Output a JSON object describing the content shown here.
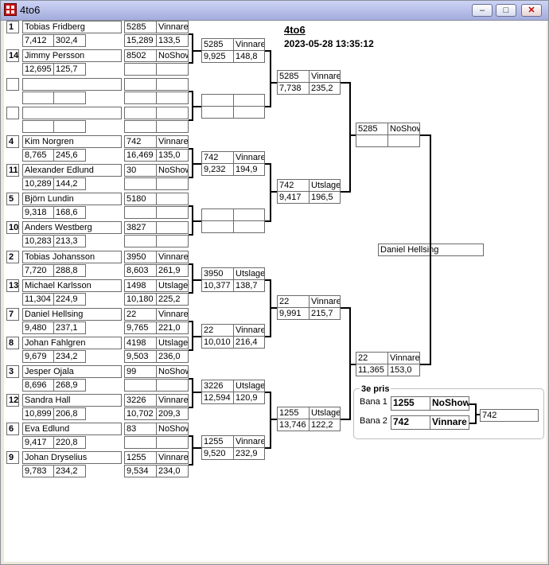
{
  "window": {
    "title": "4to6",
    "minimize": "–",
    "maximize": "□",
    "close": "✕"
  },
  "header": {
    "title": "4to6",
    "datetime": "2023-05-28 13:35:12"
  },
  "players": [
    {
      "seed": "1",
      "name": "Tobias Fridberg",
      "v1": "7,412",
      "v2": "302,4",
      "c1": "5285",
      "r1": "Vinnare",
      "c2": "15,289",
      "r2": "133,5"
    },
    {
      "seed": "14",
      "name": "Jimmy Persson",
      "v1": "12,695",
      "v2": "125,7",
      "c1": "8502",
      "r1": "NoShow",
      "c2": "",
      "r2": ""
    },
    {
      "seed": "",
      "name": "",
      "v1": "",
      "v2": "",
      "c1": "",
      "r1": "",
      "c2": "",
      "r2": ""
    },
    {
      "seed": "",
      "name": "",
      "v1": "",
      "v2": "",
      "c1": "",
      "r1": "",
      "c2": "",
      "r2": ""
    },
    {
      "seed": "4",
      "name": "Kim Norgren",
      "v1": "8,765",
      "v2": "245,6",
      "c1": "742",
      "r1": "Vinnare",
      "c2": "16,469",
      "r2": "135,0"
    },
    {
      "seed": "11",
      "name": "Alexander Edlund",
      "v1": "10,289",
      "v2": "144,2",
      "c1": "30",
      "r1": "NoShow",
      "c2": "",
      "r2": ""
    },
    {
      "seed": "5",
      "name": "Björn Lundin",
      "v1": "9,318",
      "v2": "168,6",
      "c1": "5180",
      "r1": "",
      "c2": "",
      "r2": ""
    },
    {
      "seed": "10",
      "name": "Anders Westberg",
      "v1": "10,283",
      "v2": "213,3",
      "c1": "3827",
      "r1": "",
      "c2": "",
      "r2": ""
    },
    {
      "seed": "2",
      "name": "Tobias Johansson",
      "v1": "7,720",
      "v2": "288,8",
      "c1": "3950",
      "r1": "Vinnare",
      "c2": "8,603",
      "r2": "261,9"
    },
    {
      "seed": "13",
      "name": "Michael Karlsson",
      "v1": "11,304",
      "v2": "224,9",
      "c1": "1498",
      "r1": "Utslagen",
      "c2": "10,180",
      "r2": "225,2"
    },
    {
      "seed": "7",
      "name": "Daniel Hellsing",
      "v1": "9,480",
      "v2": "237,1",
      "c1": "22",
      "r1": "Vinnare",
      "c2": "9,765",
      "r2": "221,0"
    },
    {
      "seed": "8",
      "name": "Johan Fahlgren",
      "v1": "9,679",
      "v2": "234,2",
      "c1": "4198",
      "r1": "Utslagen",
      "c2": "9,503",
      "r2": "236,0"
    },
    {
      "seed": "3",
      "name": "Jesper Ojala",
      "v1": "8,696",
      "v2": "268,9",
      "c1": "99",
      "r1": "NoShow",
      "c2": "",
      "r2": ""
    },
    {
      "seed": "12",
      "name": "Sandra Hall",
      "v1": "10,899",
      "v2": "206,8",
      "c1": "3226",
      "r1": "Vinnare",
      "c2": "10,702",
      "r2": "209,3"
    },
    {
      "seed": "6",
      "name": "Eva Edlund",
      "v1": "9,417",
      "v2": "220,8",
      "c1": "83",
      "r1": "NoShow",
      "c2": "",
      "r2": ""
    },
    {
      "seed": "9",
      "name": "Johan Dryselius",
      "v1": "9,783",
      "v2": "234,2",
      "c1": "1255",
      "r1": "Vinnare",
      "c2": "9,534",
      "r2": "234,0"
    }
  ],
  "round2": [
    {
      "a": "5285",
      "b": "Vinnare",
      "c": "9,925",
      "d": "148,8"
    },
    {
      "a": "",
      "b": "",
      "c": "",
      "d": ""
    },
    {
      "a": "742",
      "b": "Vinnare",
      "c": "9,232",
      "d": "194,9"
    },
    {
      "a": "",
      "b": "",
      "c": "",
      "d": ""
    },
    {
      "a": "3950",
      "b": "Utslagen",
      "c": "10,377",
      "d": "138,7"
    },
    {
      "a": "22",
      "b": "Vinnare",
      "c": "10,010",
      "d": "216,4"
    },
    {
      "a": "3226",
      "b": "Utslagen",
      "c": "12,594",
      "d": "120,9"
    },
    {
      "a": "1255",
      "b": "Vinnare",
      "c": "9,520",
      "d": "232,9"
    }
  ],
  "round3": [
    {
      "a": "5285",
      "b": "Vinnare",
      "c": "7,738",
      "d": "235,2"
    },
    {
      "a": "742",
      "b": "Utslagen",
      "c": "9,417",
      "d": "196,5"
    },
    {
      "a": "22",
      "b": "Vinnare",
      "c": "9,991",
      "d": "215,7"
    },
    {
      "a": "1255",
      "b": "Utslagen",
      "c": "13,746",
      "d": "122,2"
    }
  ],
  "round4": [
    {
      "a": "5285",
      "b": "NoShow",
      "c": "",
      "d": ""
    },
    {
      "a": "22",
      "b": "Vinnare",
      "c": "11,365",
      "d": "153,0"
    }
  ],
  "winner": "Daniel Hellsing",
  "third_prize": {
    "title": "3e pris",
    "bana1_label": "Bana 1",
    "bana1_num": "1255",
    "bana1_res": "NoShow",
    "bana2_label": "Bana 2",
    "bana2_num": "742",
    "bana2_res": "Vinnare",
    "result": "742"
  }
}
